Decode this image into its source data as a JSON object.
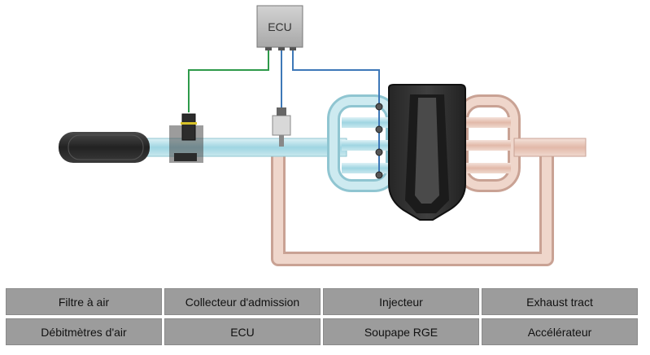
{
  "diagram": {
    "ecu_box_label": "ECU",
    "colors": {
      "intake_air": "#a9dbe6",
      "exhaust_gas": "#e7c7bb",
      "sensor_wire": "#2e9a4a",
      "control_wire": "#3e78b8",
      "engine_block": "#2f2f2f",
      "air_filter": "#2b2b2b",
      "ecu_box": "#b5b5b5"
    },
    "icons": [
      "air-filter-icon",
      "airflow-meter-icon",
      "egr-valve-icon",
      "injector-icon",
      "engine-block-icon",
      "ecu-box-icon"
    ]
  },
  "labels": {
    "cells": [
      "Filtre à air",
      "Collecteur d'admission",
      "Injecteur",
      "Exhaust tract",
      "Débitmètres d'air",
      "ECU",
      "Soupape RGE",
      "Accélérateur"
    ]
  }
}
